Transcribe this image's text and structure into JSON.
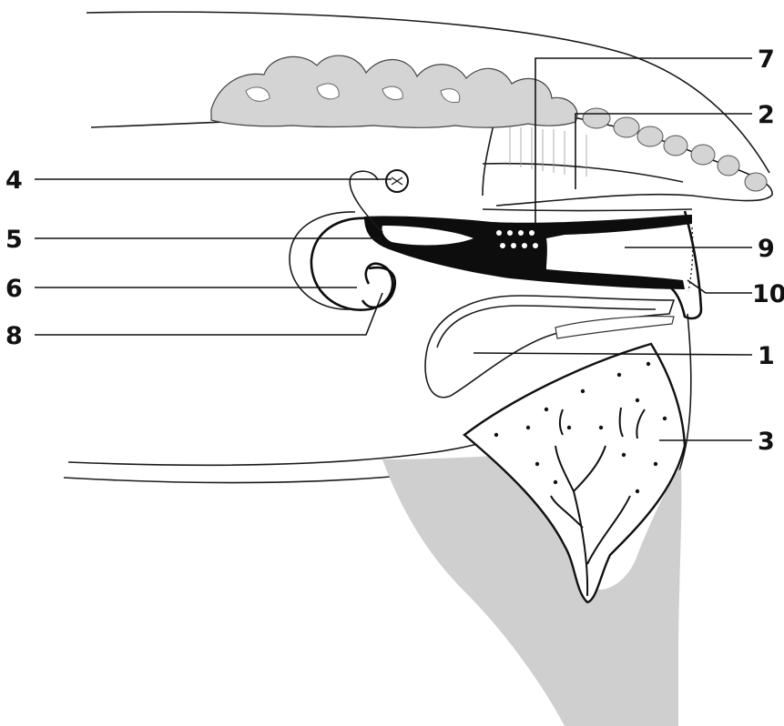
{
  "labels": {
    "l1": "1",
    "l2": "2",
    "l3": "3",
    "l4": "4",
    "l5": "5",
    "l6": "6",
    "l7": "7",
    "l8": "8",
    "l9": "9",
    "l10": "10"
  },
  "colors": {
    "bone": "#d4d4d4",
    "udder": "#cfcfcf",
    "ink": "#111111",
    "paper": "#ffffff"
  }
}
